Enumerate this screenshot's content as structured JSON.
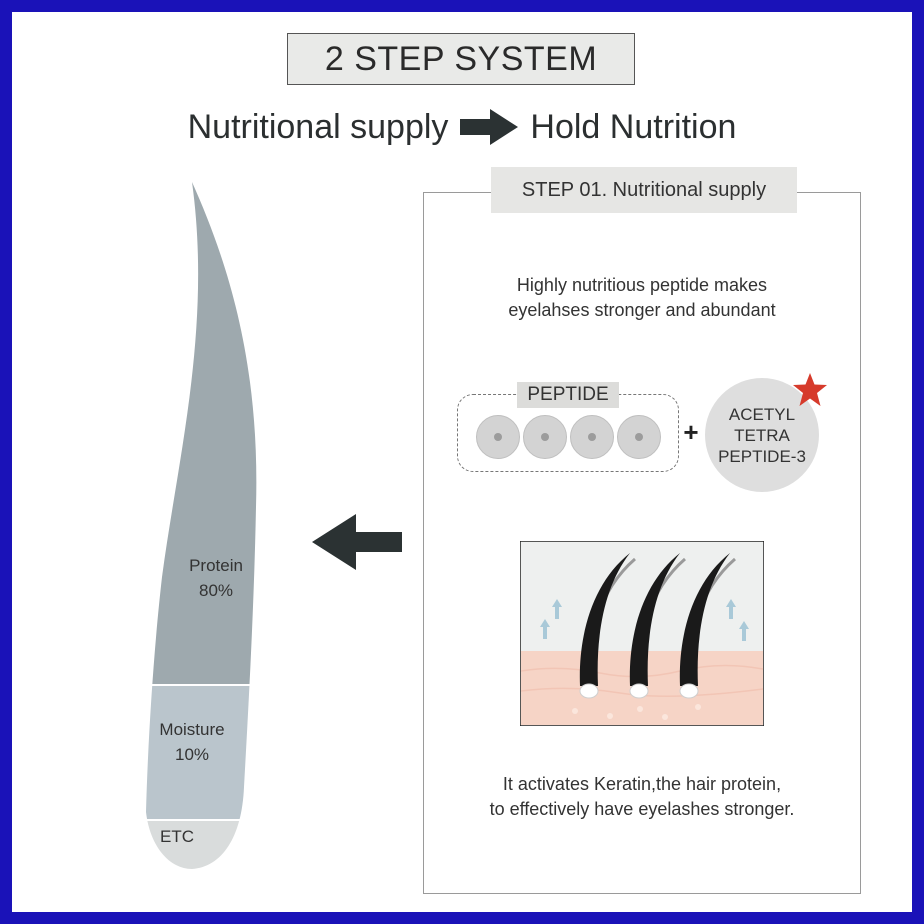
{
  "title": "2 STEP SYSTEM",
  "subtitle": {
    "left": "Nutritional supply",
    "right": "Hold Nutrition",
    "arrow_icon": "right-arrow-icon"
  },
  "step": {
    "label": "STEP 01. Nutritional supply",
    "description_line1": "Highly nutritious peptide makes",
    "description_line2": "eyelahses stronger and abundant",
    "peptide_label": "PEPTIDE",
    "plus": "+",
    "acetyl_line1": "ACETYL",
    "acetyl_line2": "TETRA",
    "acetyl_line3": "PEPTIDE-3",
    "result_line1": "It activates Keratin,the hair protein,",
    "result_line2": "to effectively have eyelashes stronger."
  },
  "lash_composition": {
    "protein_label": "Protein",
    "protein_value": "80%",
    "moisture_label": "Moisture",
    "moisture_value": "10%",
    "etc_label": "ETC"
  },
  "colors": {
    "border": "#1a12b8",
    "protein": "#9ea9ae",
    "moisture": "#bac5cc",
    "etc": "#d9dcdc",
    "accent_star": "#d63a2b",
    "arrow": "#2b3233",
    "skin": "#f6d4c6"
  }
}
